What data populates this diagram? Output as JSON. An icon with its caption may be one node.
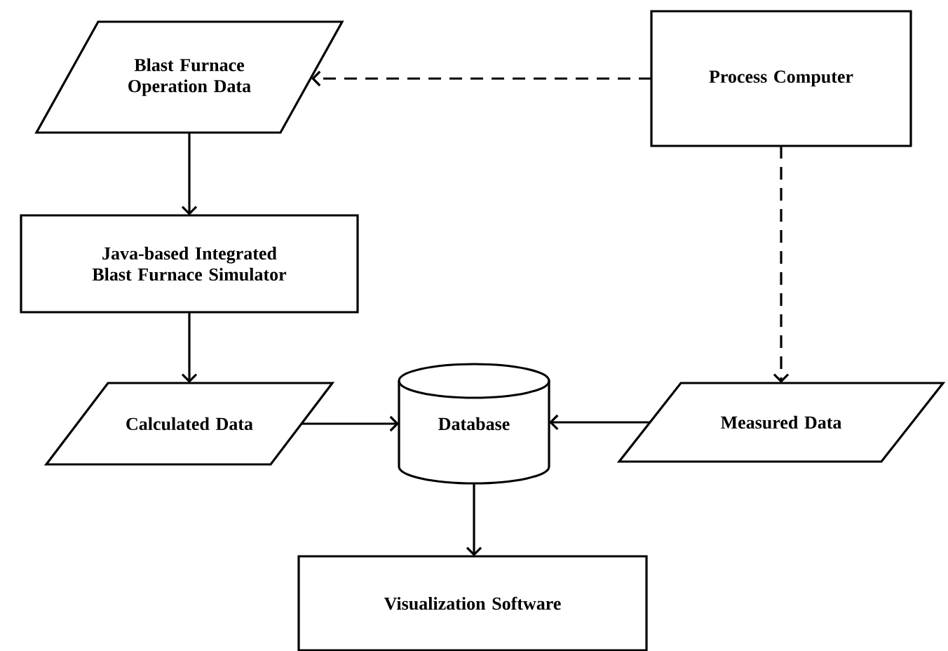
{
  "diagram": {
    "nodes": [
      {
        "text": [
          "Blast Furnace Operation Data"
        ]
      },
      {
        "text": [
          "Process Computer"
        ]
      },
      {
        "text": [
          "Java-based Integrated Blast Furnace Simulator"
        ]
      },
      {
        "text": [
          "Calculated Data"
        ]
      },
      {
        "text": [
          "Database"
        ]
      },
      {
        "text": [
          "Measured Data"
        ]
      },
      {
        "text": [
          "Visualization Software"
        ]
      }
    ],
    "edges": [
      {
        "from": 1,
        "to": 0,
        "arrow": "to",
        "style": "dashed"
      },
      {
        "from": 0,
        "to": 2,
        "arrow": "to"
      },
      {
        "from": 2,
        "to": 3,
        "arrow": "to"
      },
      {
        "from": 1,
        "to": 5,
        "arrow": "to",
        "style": "dashed"
      },
      {
        "from": 3,
        "to": 4,
        "arrow": "to"
      },
      {
        "from": 5,
        "to": 4,
        "arrow": "to"
      },
      {
        "from": 4,
        "to": 6,
        "arrow": "to"
      }
    ]
  }
}
